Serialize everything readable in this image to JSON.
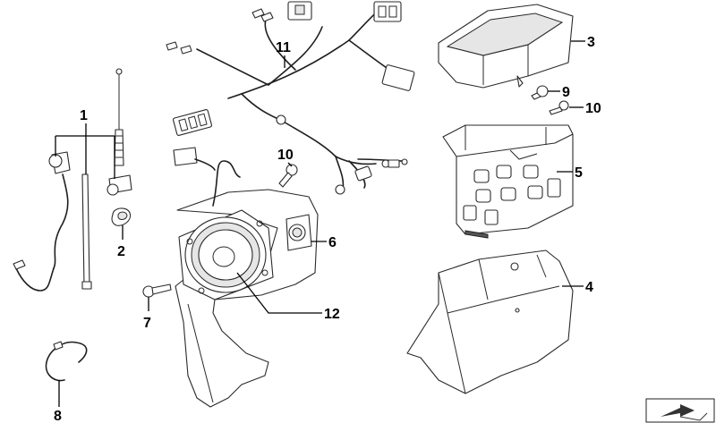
{
  "callouts": {
    "c1": "1",
    "c2": "2",
    "c3": "3",
    "c4": "4",
    "c5": "5",
    "c6": "6",
    "c7": "7",
    "c8": "8",
    "c9": "9",
    "c10a": "10",
    "c10b": "10",
    "c11": "11",
    "c12": "12"
  },
  "icons": {
    "corner_nav": "arrow-icon"
  },
  "colors": {
    "line": "#2a2a2a",
    "background": "#ffffff"
  }
}
